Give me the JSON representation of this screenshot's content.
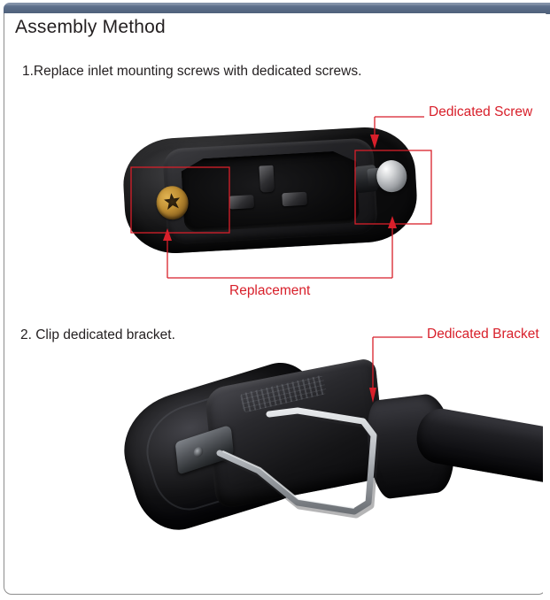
{
  "window": {
    "titlebar_color": "#5a6c87",
    "frame_border_color": "#8d8d8d"
  },
  "header": {
    "title": "Assembly Method"
  },
  "steps": [
    {
      "id": "step-1",
      "text": "1.Replace inlet mounting screws with dedicated screws."
    },
    {
      "id": "step-2",
      "text": "2. Clip dedicated bracket."
    }
  ],
  "callouts": [
    {
      "id": "dedicated-screw",
      "label": "Dedicated Screw",
      "color": "#d81f2a",
      "target": "silver dome screw on right side of inlet"
    },
    {
      "id": "replacement",
      "label": "Replacement",
      "color": "#d81f2a",
      "target": "both mounting screw positions"
    },
    {
      "id": "dedicated-bracket",
      "label": "Dedicated Bracket",
      "color": "#d81f2a",
      "target": "wire retention bracket on plug"
    }
  ],
  "figures": {
    "inlet": {
      "caption": "C14 panel inlet front view with gold torx screw at left and chrome dome screw at right",
      "highlight_color": "#d81f2a",
      "highlight_regions": [
        {
          "id": "left-screw-box",
          "label": "left mounting screw"
        },
        {
          "id": "right-screw-box",
          "label": "right dedicated screw"
        }
      ]
    },
    "plug": {
      "caption": "C13 connector with stainless steel retention bracket clipped over body",
      "bracket_color": "#b9bcc0"
    }
  }
}
